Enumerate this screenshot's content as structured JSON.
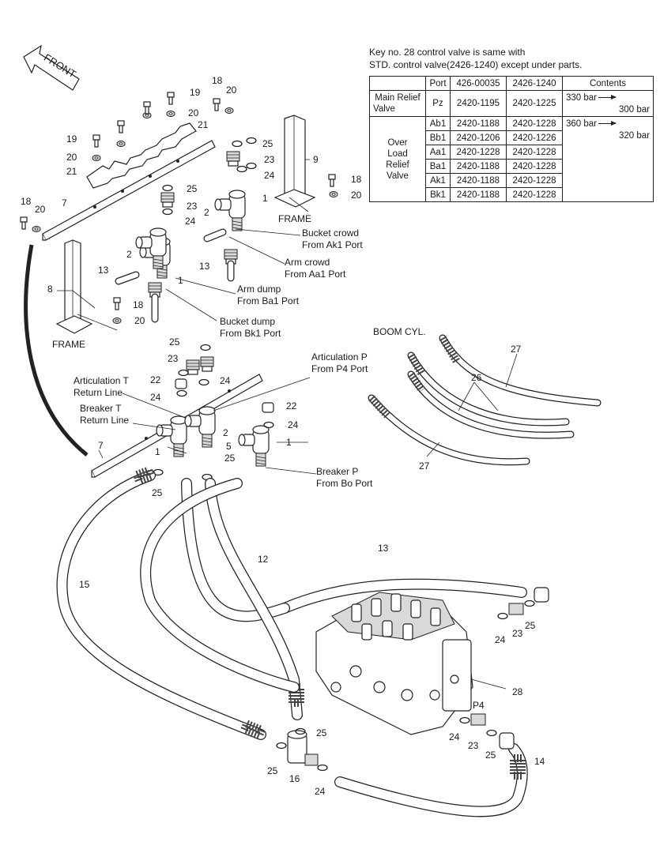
{
  "note": {
    "line1": "Key no. 28 control valve is same with",
    "line2": "STD. control valve(2426-1240) except under parts."
  },
  "table": {
    "headers": [
      "Port",
      "426-00035",
      "2426-1240",
      "Contents"
    ],
    "main_relief": {
      "label_line1": "Main Relief",
      "label_line2": "Valve",
      "port": "Pz",
      "new_part": "2420-1195",
      "std_part": "2420-1225",
      "contents_from": "330 bar",
      "contents_to": "300 bar"
    },
    "overload": {
      "label_lines": [
        "Over",
        "Load",
        "Relief",
        "Valve"
      ],
      "contents_from": "360 bar",
      "contents_to": "320 bar",
      "rows": [
        {
          "port": "Ab1",
          "new_part": "2420-1188",
          "std_part": "2420-1228"
        },
        {
          "port": "Bb1",
          "new_part": "2420-1206",
          "std_part": "2420-1226"
        },
        {
          "port": "Aa1",
          "new_part": "2420-1228",
          "std_part": "2420-1228"
        },
        {
          "port": "Ba1",
          "new_part": "2420-1188",
          "std_part": "2420-1228"
        },
        {
          "port": "Ak1",
          "new_part": "2420-1188",
          "std_part": "2420-1228"
        },
        {
          "port": "Bk1",
          "new_part": "2420-1188",
          "std_part": "2420-1228"
        }
      ]
    }
  },
  "labels": {
    "front": "FRONT",
    "frame": "FRAME",
    "boom_cyl": "BOOM CYL.",
    "p4": "P4",
    "bucket_crowd_1": "Bucket crowd",
    "bucket_crowd_2": "From Ak1 Port",
    "arm_crowd_1": "Arm crowd",
    "arm_crowd_2": "From Aa1 Port",
    "arm_dump_1": "Arm dump",
    "arm_dump_2": "From Ba1 Port",
    "bucket_dump_1": "Bucket dump",
    "bucket_dump_2": "From Bk1 Port",
    "art_p_1": "Articulation P",
    "art_p_2": "From P4 Port",
    "art_t_1": "Articulation T",
    "art_t_2": "Return Line",
    "brk_t_1": "Breaker T",
    "brk_t_2": "Return Line",
    "brk_p_1": "Breaker P",
    "brk_p_2": "From Bo Port"
  },
  "callouts": {
    "n1": "1",
    "n2": "2",
    "n5": "5",
    "n7": "7",
    "n8": "8",
    "n9": "9",
    "n12": "12",
    "n13": "13",
    "n14": "14",
    "n15": "15",
    "n16": "16",
    "n18": "18",
    "n19": "19",
    "n20": "20",
    "n21": "21",
    "n22": "22",
    "n23": "23",
    "n24": "24",
    "n25": "25",
    "n26": "26",
    "n27": "27",
    "n28": "28"
  }
}
